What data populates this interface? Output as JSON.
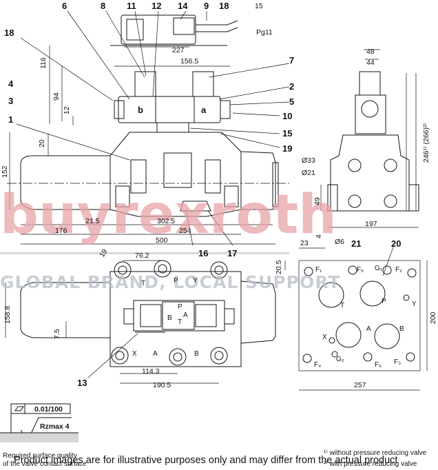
{
  "watermark": {
    "brand": "buyrexroth",
    "tagline": "GLOBAL BRAND, LOCAL SUPPORT"
  },
  "callouts": [
    "1",
    "2",
    "3",
    "4",
    "5",
    "6",
    "7",
    "8",
    "9",
    "10",
    "11",
    "12",
    "13",
    "14",
    "15",
    "16",
    "17",
    "18",
    "19",
    "20",
    "21"
  ],
  "dimensions": {
    "side_view": [
      "15",
      "Pg11",
      "227",
      "156.5",
      "116",
      "94",
      "12",
      "20",
      "152",
      "21.5",
      "302.5",
      "254",
      "176",
      "500"
    ],
    "end_view": [
      "48",
      "44",
      "246¹⁾ (266)²⁾",
      "Ø33",
      "Ø21",
      "49",
      "197",
      "Ø6"
    ],
    "plan_view": [
      "76.2",
      "158.8",
      "7.5",
      "114.3",
      "190.5",
      "19"
    ],
    "subplate": [
      "23",
      "4",
      "20.5",
      "200",
      "257"
    ]
  },
  "ports": {
    "plan": [
      "P",
      "Y",
      "X",
      "A",
      "B",
      "T",
      "P",
      "A",
      "B",
      "T"
    ],
    "subplate": [
      "F₁",
      "F₅",
      "G₁",
      "F₂",
      "T",
      "P",
      "X",
      "A",
      "B",
      "Y",
      "G₂",
      "F₄",
      "F₆",
      "F₃"
    ]
  },
  "solenoid_labels": {
    "b": "b",
    "a": "a"
  },
  "surface": {
    "flatness": "0.01/100",
    "roughness": "Rzmax 4",
    "caption_line1": "Required surface quality",
    "caption_line2": "of the valve contact surface"
  },
  "footnotes": {
    "note1": "¹⁾ without pressure reducing valve",
    "note2": "²⁾ with pressure reducing valve"
  },
  "disclaimer": "Product images are for illustrative purposes only and may differ from the actual product"
}
